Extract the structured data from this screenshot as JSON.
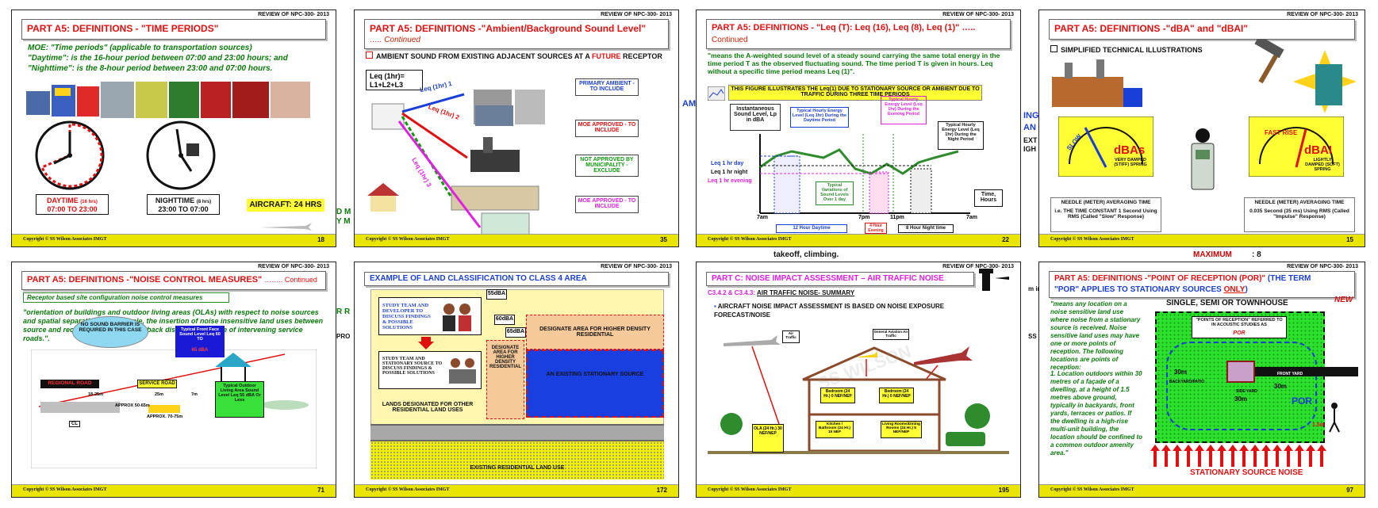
{
  "background_fragments": {
    "amb": "AM",
    "dmu_line1": "D M",
    "dmu_line2": "Y M",
    "ing": "ING",
    "an": "AN",
    "ext": "EXT",
    "igh": "IGH",
    "rr": "R R",
    "pro": "PRO",
    "takeoff": "takeoff, climbing.",
    "maximum": "MAXIMUM",
    "max_value": ": 8",
    "ss": "SS",
    "mi": "m ir"
  },
  "slides": {
    "s18": {
      "review": "REVIEW OF NPC-300- 2013",
      "title": "PART A5: DEFINITIONS - \"TIME PERIODS\"",
      "line1": "MOE: \"Time periods\" (applicable to transportation sources)",
      "line2": "\"Daytime\": is the 16-hour period between 07:00 and 23:00 hours; and",
      "line3": "\"Nighttime\": is the 8-hour period between 23:00 and 07:00 hours.",
      "day_label": "DAYTIME",
      "day_sub": "(16 hrs)",
      "day_time": "07:00 TO 23:00",
      "night_label": "NIGHTTIME",
      "night_sub": "(8 hrs)",
      "night_time": "23:00 TO 07:00",
      "aircraft": "AIRCRAFT: 24 HRS",
      "copyright": "Copyright © SS Wilson Associates     IMGT",
      "num": "18"
    },
    "s35": {
      "review": "REVIEW OF NPC-300- 2013",
      "title": "PART A5: DEFINITIONS -\"Ambient/Background Sound Level\"",
      "cont": "….. Continued",
      "heading_a": "AMBIENT SOUND FROM EXISTING ADJACENT SOURCES AT A ",
      "heading_b": "FUTURE",
      "heading_c": " RECEPTOR",
      "leq_box_1": "Leq (1hr)=",
      "leq_box_2": "L1+L2+L3",
      "arrow1": "Leq (1hr) 1",
      "arrow2": "Leq (1hr) 2",
      "arrow3": "Leq (1hr) 3",
      "cat1": "PRIMARY AMBIENT - TO INCLUDE",
      "cat2": "MOE APPROVED - TO INCLUDE",
      "cat3": "NOT APPROVED BY MUNICIPALITY - EXCLUDE",
      "cat4": "MOE APPROVED - TO INCLUDE",
      "copyright": "Copyright © SS Wilson Associates     IMGT",
      "num": "35"
    },
    "s22": {
      "review": "REVIEW OF NPC-300- 2013",
      "title": "PART A5: DEFINITIONS - \"Leq (T): Leq (16), Leq (8), Leq (1)\" …..",
      "cont": "Continued",
      "def": "\"means the A-weighted sound level of a steady sound carrying the same total energy in the time period T as the observed fluctuating sound. The time period T is given in hours. Leq without a specific time period means Leq (1)\".",
      "banner": "THIS FIGURE ILLUSTRATES THE Leq(1) DUE TO STATIONARY SOURCE OR AMBIENT DUE TO TRAFFIC DURING THREE TIME PERIODS",
      "ylabel": "Instantaneous Sound Level, Lp in dBA",
      "leg_day": "Leq 1 hr day",
      "leg_night": "Leq 1 hr night",
      "leg_evening": "Leq 1 hr evening",
      "note_day": "Typical Hourly Energy Level (Leq 1hr) During the Daytime Period",
      "note_evening": "Typical Hourly Energy Level (Leq 1hr) During the Evening Period",
      "note_night": "Typical Hourly Energy Level (Leq 1hr) During the Night Period",
      "note_var": "Typical Variations of Sound Levels Over 1 day",
      "xlabel": "Time, Hours",
      "t_7am": "7am",
      "t_7pm": "7pm",
      "t_11pm": "11pm",
      "t_7am2": "7am",
      "p_day": "12 Hour Daytime",
      "p_eve": "4 Hour Evening",
      "p_night": "8 Hour Night time",
      "copyright": "Copyright © SS Wilson Associates     IMGT",
      "num": "22"
    },
    "s15": {
      "review": "REVIEW OF NPC-300- 2013",
      "title": "PART A5: DEFINITIONS -\"dBA\" and \"dBAI\"",
      "sub": "SIMPLIFIED TECHNICAL ILLUSTRATIONS",
      "meter1": "dBAs",
      "meter1_mode": "SLOW",
      "meter1_note": "VERY DAMPED (STIFF) SPRING",
      "meter2": "dBAI",
      "meter2_mode": "FAST RISE",
      "meter2_note": "LIGHTLY DAMPED (SOFT) SPRING",
      "cap1_a": "NEEDLE (METER) AVERAGING TIME",
      "cap1_b": "i.e. THE TIME CONSTANT 1 Second Using RMS (Called \"Slow\" Response)",
      "cap2_a": "NEEDLE (METER) AVERAGING TIME",
      "cap2_b": "0.035 Second (35 ms) Using RMS (Called \"Impulse\" Response)",
      "copyright": "Copyright © SS Wilson Associates     IMGT",
      "num": "15"
    },
    "s71": {
      "review": "REVIEW OF NPC-300- 2013",
      "title": "PART A5: DEFINITIONS -\"NOISE CONTROL MEASURES\"",
      "cont": "…….. Continued",
      "sub": "Receptor based site configuration noise control measures",
      "quote": "\"orientation of buildings and outdoor living areas (OLAs) with respect to noise sources and spatial separation, for example, the insertion of noise insensitive land uses between source and receptor, appropriate setback distances, the use of intervening service roads.\".",
      "barrier": "NO SOUND BARRIER IS REQUIRED IN THIS CASE",
      "front": "Typical Front Face Sound Level Leq 60 TO",
      "front_val": "65 dBA",
      "ola": "Typical Outdoor Living Area Sound Level Leq 55 dBA Or Less",
      "regional": "REGIONAL ROAD",
      "service": "SERVICE ROAD",
      "d1": "18-25m",
      "d2": "25m",
      "d3": "7m",
      "approx1": "APPROX 50-65m",
      "approx2": "APPROX. 70-75m",
      "cl": "CL",
      "copyright": "Copyright © SS Wilson Associates     IMGT",
      "num": "71"
    },
    "s172": {
      "review": "REVIEW OF NPC-300- 2013",
      "title": "EXAMPLE OF LAND CLASSIFICATION TO CLASS 4 AREA",
      "study1": "STUDY TEAM AND DEVELOPER TO DISCUSS FINDINGS & POSSIBLE SOLUTIONS",
      "study2": "STUDY TEAM AND STATIONARY SOURCE TO DISCUSS FINDINGS & POSSIBLE SOLUTIONS",
      "db55": "55dBA",
      "db60": "60dBA",
      "db65": "65dBA",
      "desig_higher": "DESIGNATE AREA FOR HIGHER DENSITY RESIDENTIAL",
      "desig_top": "DESIGNATE AREA FOR HIGHER DENSITY RESIDENTIAL",
      "source": "AN EXISTING STATIONARY SOURCE",
      "lands": "LANDS DESIGNATED FOR OTHER RESIDENTIAL LAND USES",
      "existing": "EXISTING RESIDENTIAL LAND USE",
      "copyright": "Copyright © SS Wilson Associates     IMGT",
      "num": "172"
    },
    "s195": {
      "review": "REVIEW OF NPC-300- 2013",
      "title": "PART C: NOISE IMPACT ASSESSMENT – AIR TRAFFIC NOISE",
      "sub_a": "C3.4.2 & C3.4.3: ",
      "sub_b": "AIR TRAFFIC NOISE- SUMMARY",
      "bullet": "AIRCRAFT NOISE IMPACT ASSESSMENT IS BASED ON NOISE EXPOSURE FORECAST/NOISE",
      "air_traffic": "Air Traffic",
      "ga": "General Aviation Air Traffic",
      "ola": "OLA (24 Hr.) 30 NEF/NEP",
      "bed1": "Bedroom (24 Hr.) 0 NEF/NEP",
      "bed2": "Bedroom (24 Hr.) 0 NEF/NEP",
      "kitchen": "Kitchen / Bathroom (24 Hr.) 15 NEF",
      "living": "Living Rooms/Dining Rooms (24 Hr.) 5 NEF/NEP",
      "watermark": "SS WILSON",
      "copyright": "Copyright © SS Wilson Associates     IMGT",
      "num": "195"
    },
    "s97": {
      "review": "REVIEW OF NPC-300- 2013",
      "title_a": "PART A5: DEFINITIONS -\"POINT OF RECEPTION (POR)\"",
      "title_b": " (THE TERM",
      "title_c": "\"POR\" APPLIES TO STATIONARY SOURCES ",
      "title_d": "ONLY",
      "title_e": ")",
      "def": "\"means any location on a noise sensitive land use where noise from a stationary source is received. Noise sensitive land uses may have one or more points of reception. The following locations are points of reception:",
      "def2": "1. Location outdoors within 30 metres of a façade of a dwelling, at a height of 1.5 metres above ground, typically in backyards, front yards, terraces or patios. If the dwelling is a high-rise multi-unit building, the location should be confined to a common outdoor amenity area.\"",
      "house": "SINGLE, SEMI OR TOWNHOUSE",
      "new": "NEW",
      "ref_a": "\"POINTS OF RECEPTION\" REFERRED TO IN ACOUSTIC STUDIES AS",
      "ref_b": "POR",
      "d30a": "30m",
      "d30b": "30m",
      "d30c": "30m",
      "backyard": "BACKYARD/PATIO",
      "front": "FRONT YARD",
      "side": "SIDE YARD",
      "por": "POR",
      "h15": "1.5m",
      "noise": "STATIONARY SOURCE NOISE",
      "copyright": "Copyright © SS Wilson Associates     IMGT",
      "num": "97"
    }
  }
}
